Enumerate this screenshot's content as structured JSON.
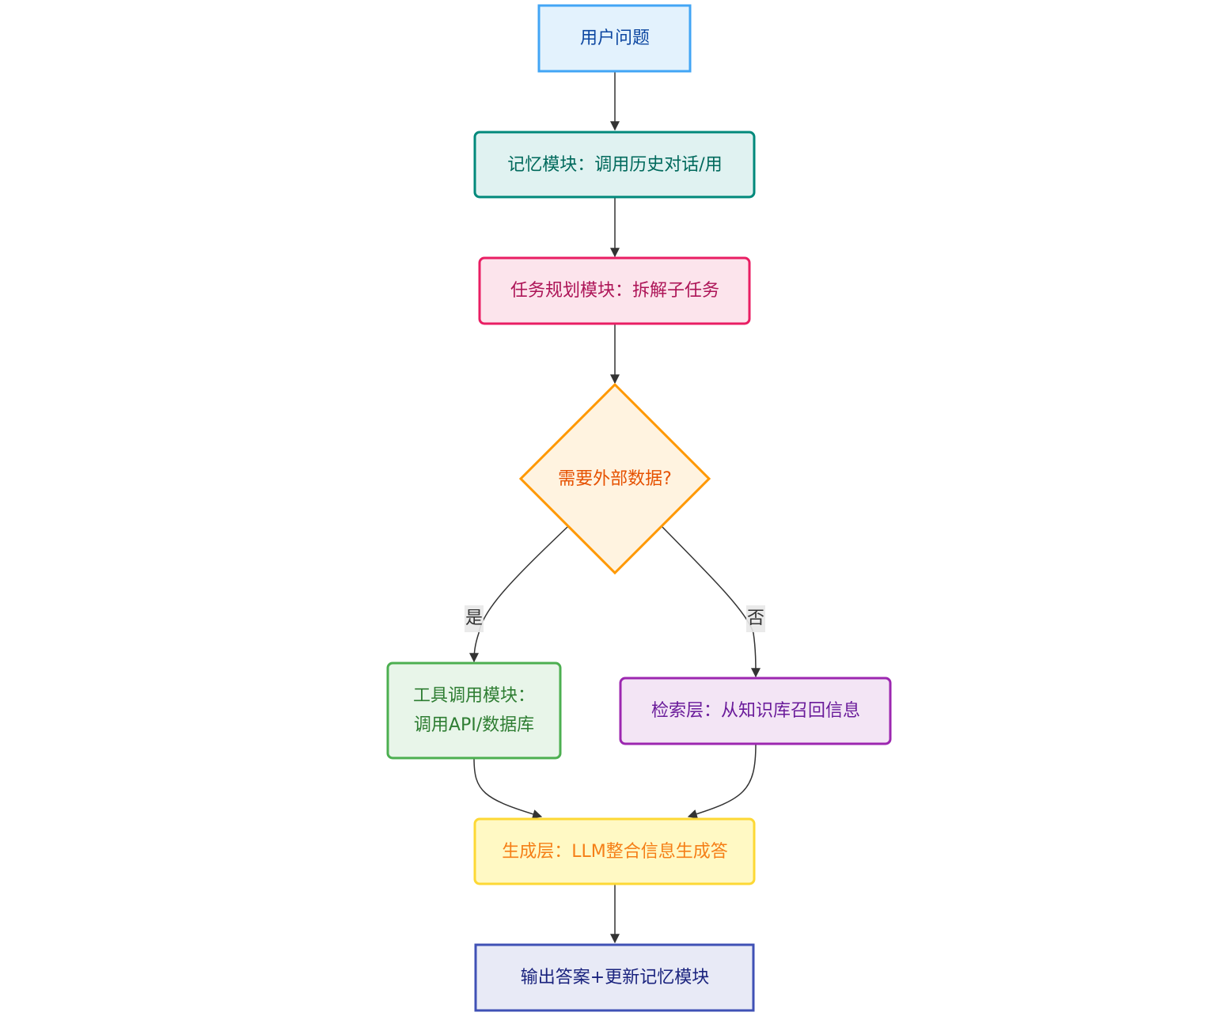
{
  "nodes": {
    "user_question": {
      "label": "用户问题",
      "fill": "#e3f2fd",
      "stroke": "#42a5f5",
      "text_color": "#0d47a1"
    },
    "memory_module": {
      "label": "记忆模块：调用历史对话/用",
      "fill": "#e0f2f1",
      "stroke": "#00897b",
      "text_color": "#00695c"
    },
    "task_planning": {
      "label": "任务规划模块：拆解子任务",
      "fill": "#fce4ec",
      "stroke": "#e91e63",
      "text_color": "#ad1457"
    },
    "decision": {
      "label": "需要外部数据?",
      "fill": "#fff3e0",
      "stroke": "#ff9800",
      "text_color": "#e65100"
    },
    "tool_module": {
      "label_line1": "工具调用模块：",
      "label_line2": "调用API/数据库",
      "fill": "#e8f5e9",
      "stroke": "#4caf50",
      "text_color": "#2e7d32"
    },
    "retrieval": {
      "label": "检索层：从知识库召回信息",
      "fill": "#f3e5f5",
      "stroke": "#9c27b0",
      "text_color": "#6a1b9a"
    },
    "generation": {
      "label": "生成层：LLM整合信息生成答",
      "fill": "#fff9c4",
      "stroke": "#fdd835",
      "text_color": "#f57f17"
    },
    "output": {
      "label": "输出答案+更新记忆模块",
      "fill": "#e8eaf6",
      "stroke": "#3f51b5",
      "text_color": "#1a237e"
    }
  },
  "edges": {
    "yes_label": "是",
    "no_label": "否",
    "line_color": "#333333"
  }
}
